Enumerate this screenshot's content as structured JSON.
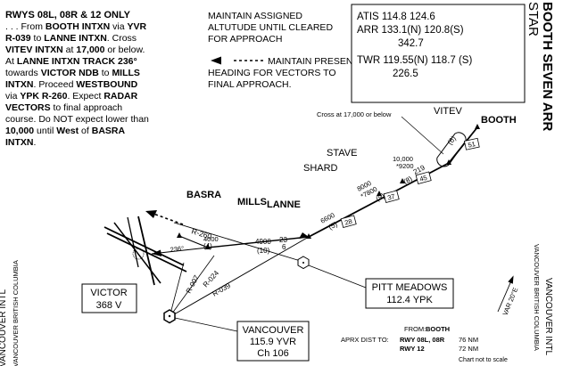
{
  "chart": {
    "title_line1": "STAR",
    "title_line2": "BOOTH SEVEN ARR",
    "side_left_1": "VANCOUVER INTL",
    "side_left_2": "VANCOUVER BRITISH COLUMBIA",
    "side_right_1": "VANCOUVER INTL",
    "side_right_2": "VANCOUVER BRITISH COLUMBIA",
    "scale_note": "Chart not to scale"
  },
  "procedure": {
    "runways_title": "RWYS 08L, 08R & 12 ONLY",
    "lines": [
      [
        {
          "t": ". . . From "
        },
        {
          "t": "BOOTH INTXN",
          "b": true
        },
        {
          "t": " via "
        },
        {
          "t": "YVR",
          "b": true
        }
      ],
      [
        {
          "t": "R-039",
          "b": true
        },
        {
          "t": " to "
        },
        {
          "t": "LANNE INTXN",
          "b": true
        },
        {
          "t": ".  Cross"
        }
      ],
      [
        {
          "t": "VITEV INTXN",
          "b": true
        },
        {
          "t": " at "
        },
        {
          "t": "17,000",
          "b": true
        },
        {
          "t": " or below."
        }
      ],
      [
        {
          "t": "At "
        },
        {
          "t": "LANNE INTXN TRACK 236°",
          "b": true
        }
      ],
      [
        {
          "t": "towards "
        },
        {
          "t": "VICTOR NDB",
          "b": true
        },
        {
          "t": " to "
        },
        {
          "t": "MILLS",
          "b": true
        }
      ],
      [
        {
          "t": "INTXN",
          "b": true
        },
        {
          "t": ".  Proceed "
        },
        {
          "t": "WESTBOUND",
          "b": true
        }
      ],
      [
        {
          "t": "via "
        },
        {
          "t": "YPK R-260",
          "b": true
        },
        {
          "t": ".  Expect "
        },
        {
          "t": "RADAR",
          "b": true
        }
      ],
      [
        {
          "t": "VECTORS",
          "b": true
        },
        {
          "t": " to final approach"
        }
      ],
      [
        {
          "t": "course.  Do NOT expect lower than"
        }
      ],
      [
        {
          "t": "10,000",
          "b": true
        },
        {
          "t": " until "
        },
        {
          "t": "West",
          "b": true
        },
        {
          "t": " of "
        },
        {
          "t": "BASRA",
          "b": true
        }
      ],
      [
        {
          "t": "INTXN",
          "b": true
        },
        {
          "t": "."
        }
      ]
    ]
  },
  "notes": {
    "maintain_altitude": [
      "MAINTAIN ASSIGNED",
      "ALTUTUDE UNTIL CLEARED",
      "FOR APPROACH"
    ],
    "maintain_heading": [
      "MAINTAIN PRESENT",
      "HEADING FOR VECTORS TO",
      "FINAL APPROACH."
    ]
  },
  "frequencies": {
    "atis": "ATIS 114.8  124.6",
    "arr": "ARR 133.1(N)  120.8(S)",
    "arr2": "342.7",
    "twr": "TWR 119.55(N)  118.7 (S)",
    "twr2": "226.5"
  },
  "fixes": {
    "booth": "BOOTH",
    "vitev": "VITEV",
    "stave": "STAVE",
    "shard": "SHARD",
    "lanne": "LANNE",
    "mills": "MILLS",
    "basra": "BASRA",
    "cross_note": "Cross at 17,000 or below"
  },
  "navaids": {
    "victor": {
      "name": "VICTOR",
      "info": "368  V"
    },
    "vancouver": {
      "name": "VANCOUVER",
      "freq": "115.9 YVR",
      "ch": "Ch 106"
    },
    "pitt": {
      "name": "PITT MEADOWS",
      "freq": "112.4 YPK"
    }
  },
  "segments": {
    "booth_vitev_dist": "(6)",
    "booth_vitev_mea": "51",
    "vitev_stave_alt1": "10,000",
    "vitev_stave_alt2": "*9200",
    "vitev_stave_trk": "219",
    "vitev_stave_dist": "(8)",
    "vitev_stave_mea": "45",
    "stave_shard_alt1": "8000",
    "stave_shard_alt2": "*7800",
    "stave_shard_dist": "(9)",
    "stave_shard_mea": "37",
    "shard_lanne_alt": "6600",
    "shard_lanne_dist": "(5)",
    "shard_lanne_mea": "28",
    "lanne_mills_alt": "4900",
    "lanne_mills_dist": "(10)",
    "lanne_mills_trk1": "23",
    "lanne_mills_trk2": "6",
    "mills_basra_alt": "4000",
    "mills_basra_dist": "(4)",
    "track_236": "236°",
    "r260": "R-260",
    "r007": "R-007",
    "r024": "R-024",
    "r039": "R-039",
    "var": "VAR 20°E"
  },
  "distances": {
    "from_label": "FROM:",
    "from_fix": "BOOTH",
    "aprx_label": "APRX DIST TO:",
    "rows": [
      {
        "rwy": "RWY 08L, 08R",
        "nm": "76 NM"
      },
      {
        "rwy": "RWY 12",
        "nm": "72 NM"
      }
    ]
  }
}
